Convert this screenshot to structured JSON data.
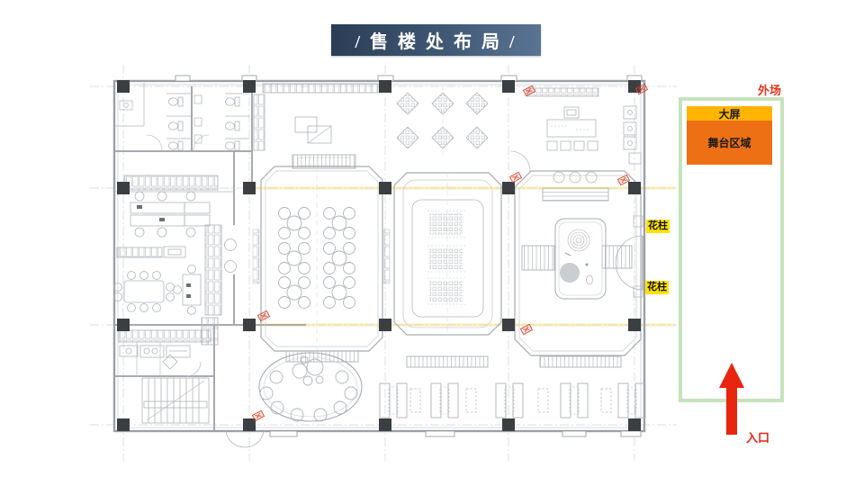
{
  "title": {
    "text": "/ 售 楼 处 布 局 /"
  },
  "floor_plan": {
    "flower_column_labels": [
      "花柱",
      "花柱"
    ]
  },
  "outdoor": {
    "area_label": "外场",
    "screen_label": "大屏",
    "stage_label": "舞台区域",
    "entrance_label": "入口"
  },
  "colors": {
    "banner_navy_dark": "#2b3d55",
    "banner_navy_light": "#5a7593",
    "screen_orange": "#ffb402",
    "stage_orange": "#ed7014",
    "highlight_yellow": "#ffe100",
    "outdoor_border_green": "#c7e3bd",
    "accent_red": "#e8250e",
    "plan_wall_gray": "#9ba1a6",
    "column_dark": "#3b3f42"
  }
}
